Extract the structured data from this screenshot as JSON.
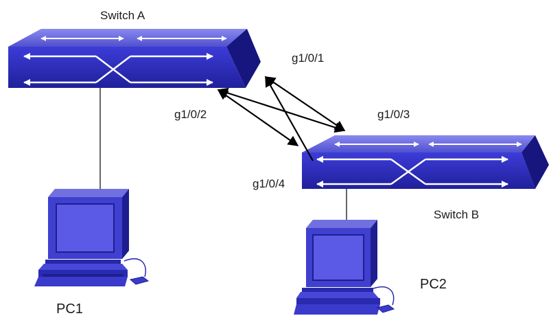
{
  "switches": [
    {
      "name": "Switch A"
    },
    {
      "name": "Switch B"
    }
  ],
  "pcs": [
    {
      "name": "PC1"
    },
    {
      "name": "PC2"
    }
  ],
  "ports": [
    {
      "label": "g1/0/1"
    },
    {
      "label": "g1/0/2"
    },
    {
      "label": "g1/0/3"
    },
    {
      "label": "g1/0/4"
    }
  ],
  "colors": {
    "device_top": "#6666dd",
    "device_front": "#2a2ab8",
    "device_side": "#1a1a88",
    "arrow_white": "#ffffff",
    "link_line": "#000000",
    "pc_body": "#3f3fd0",
    "pc_dark": "#1e1e90"
  }
}
